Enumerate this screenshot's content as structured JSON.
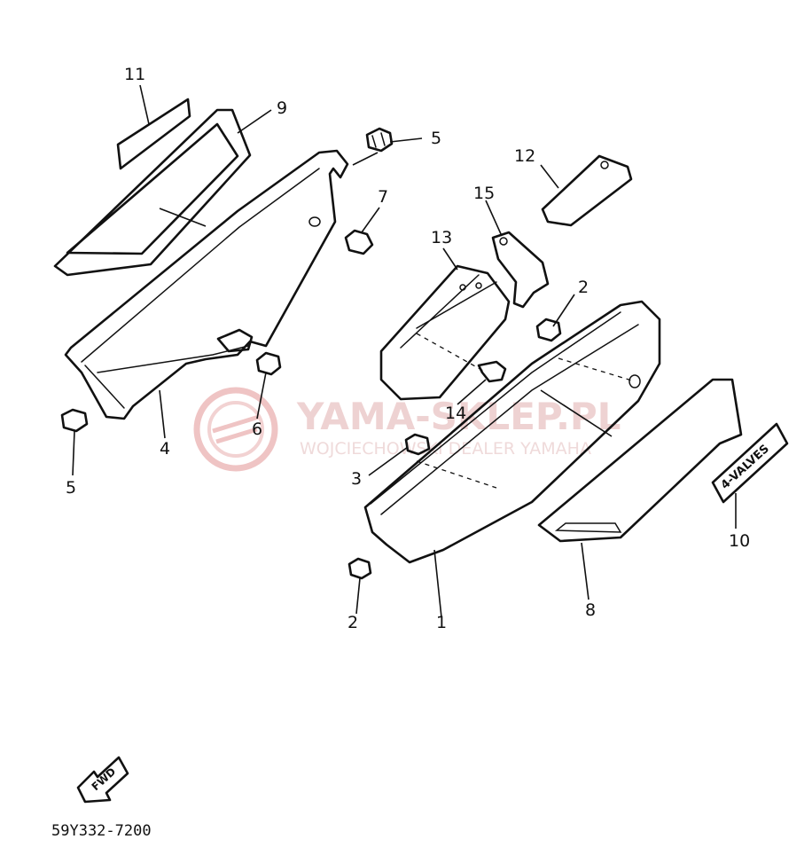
{
  "watermark": {
    "brand": "YAMA-SKLEP.PL",
    "tagline": "WOJCIECHOWSKI DEALER YAMAHA"
  },
  "callouts": [
    {
      "id": "c11",
      "label": "11"
    },
    {
      "id": "c9",
      "label": "9"
    },
    {
      "id": "c5a",
      "label": "5"
    },
    {
      "id": "c12",
      "label": "12"
    },
    {
      "id": "c7",
      "label": "7"
    },
    {
      "id": "c15",
      "label": "15"
    },
    {
      "id": "c13",
      "label": "13"
    },
    {
      "id": "c2a",
      "label": "2"
    },
    {
      "id": "c14",
      "label": "14"
    },
    {
      "id": "c6",
      "label": "6"
    },
    {
      "id": "c4",
      "label": "4"
    },
    {
      "id": "c5b",
      "label": "5"
    },
    {
      "id": "c3",
      "label": "3"
    },
    {
      "id": "c10",
      "label": "10"
    },
    {
      "id": "c8",
      "label": "8"
    },
    {
      "id": "c2b",
      "label": "2"
    },
    {
      "id": "c1",
      "label": "1"
    }
  ],
  "emblem_text": "4-VALVES",
  "direction_text": "FWD",
  "diagram_code": "59Y332-7200"
}
